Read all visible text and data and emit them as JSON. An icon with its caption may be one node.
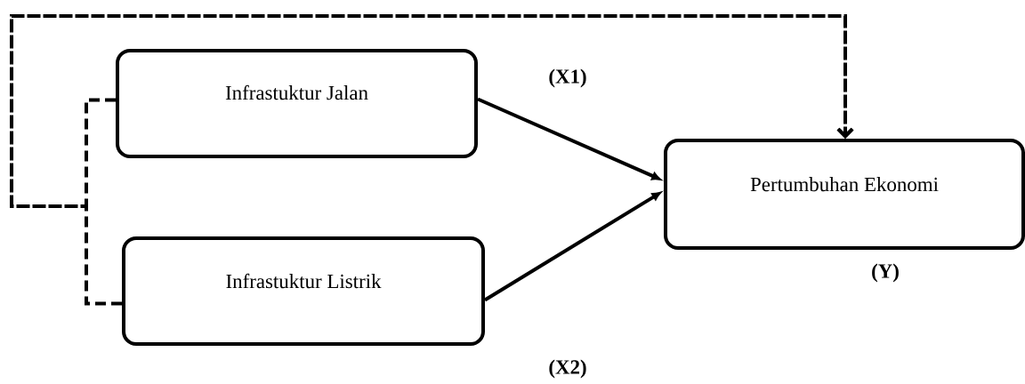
{
  "diagram": {
    "nodes": [
      {
        "text": [
          "Infrastuktur Jalan"
        ],
        "beside": [
          "(X1)"
        ]
      },
      {
        "text": [
          "Infrastuktur Listrik"
        ],
        "beside": [
          "(X2)"
        ]
      },
      {
        "text": [
          "Pertumbuhan Ekonomi"
        ],
        "beside": [
          "(Y)"
        ]
      }
    ],
    "edges": [
      {
        "from": 0,
        "to": 2,
        "arrow": "to"
      },
      {
        "from": 1,
        "to": 2,
        "arrow": "to"
      },
      {
        "from": 0,
        "to": 2,
        "arrow": "to",
        "style": "dashed"
      },
      {
        "from": 1,
        "to": 2,
        "arrow": "to",
        "style": "dashed"
      }
    ]
  }
}
